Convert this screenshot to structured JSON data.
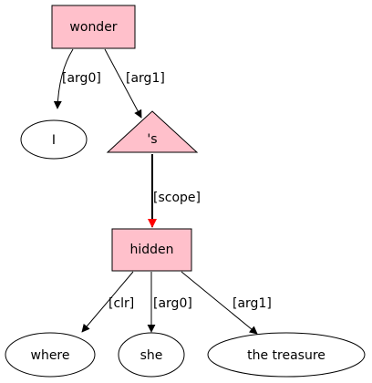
{
  "colors": {
    "node_fill": "#ffc0cb",
    "highlight_edge": "#ff0000",
    "edge": "#000000"
  },
  "nodes": {
    "wonder": "wonder",
    "i": "I",
    "s": "'s",
    "hidden": "hidden",
    "where": "where",
    "she": "she",
    "treasure": "the treasure"
  },
  "edges": {
    "wonder_i": "[arg0]",
    "wonder_s": "[arg1]",
    "s_hidden": "[scope]",
    "hidden_where": "[clr]",
    "hidden_she": "[arg0]",
    "hidden_treasure": "[arg1]"
  }
}
